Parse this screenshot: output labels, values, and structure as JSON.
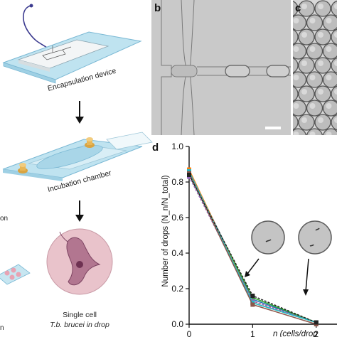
{
  "panel_a": {
    "device_label": "Encapsulation device",
    "chamber_label": "Incubation chamber",
    "cut_label": "on",
    "cell_caption_line1": "Single cell",
    "cell_caption_line2": "T.b. brucei in drop",
    "cut_caption": "n"
  },
  "panel_b": {
    "letter": "b"
  },
  "panel_c": {
    "letter": "c"
  },
  "panel_d": {
    "letter": "d"
  },
  "chart_data": {
    "type": "line",
    "ylabel": "Number of drops (N_n/N_total)",
    "xlabel": "n (cells/drop",
    "x": [
      0,
      1,
      2
    ],
    "xlim": [
      0,
      2.35
    ],
    "ylim": [
      0,
      1.0
    ],
    "xticks": [
      "0",
      "1",
      "2"
    ],
    "yticks": [
      "0.0",
      "0.2",
      "0.4",
      "0.6",
      "0.8",
      "1.0"
    ],
    "series": [
      {
        "values": [
          0.86,
          0.14,
          0.01
        ],
        "color": "#1f77b4"
      },
      {
        "values": [
          0.85,
          0.13,
          0.01
        ],
        "color": "#d62728"
      },
      {
        "values": [
          0.84,
          0.15,
          0.01
        ],
        "color": "#2ca02c"
      },
      {
        "values": [
          0.87,
          0.12,
          0.01
        ],
        "color": "#ff7f0e"
      },
      {
        "values": [
          0.83,
          0.13,
          0.01
        ],
        "color": "#9467bd"
      },
      {
        "values": [
          0.86,
          0.12,
          0.01
        ],
        "color": "#17becf"
      },
      {
        "values": [
          0.85,
          0.11,
          0.0
        ],
        "color": "#8c564b"
      },
      {
        "values": [
          0.84,
          0.16,
          0.01
        ],
        "color": "#222222"
      }
    ]
  },
  "colors": {
    "slide": "#bfe3f0",
    "slide_edge": "#7ab8d4",
    "cell_bg": "#e9c3cb",
    "parasite": "#9a5a74",
    "micro_bg": "#c9c9c9"
  }
}
